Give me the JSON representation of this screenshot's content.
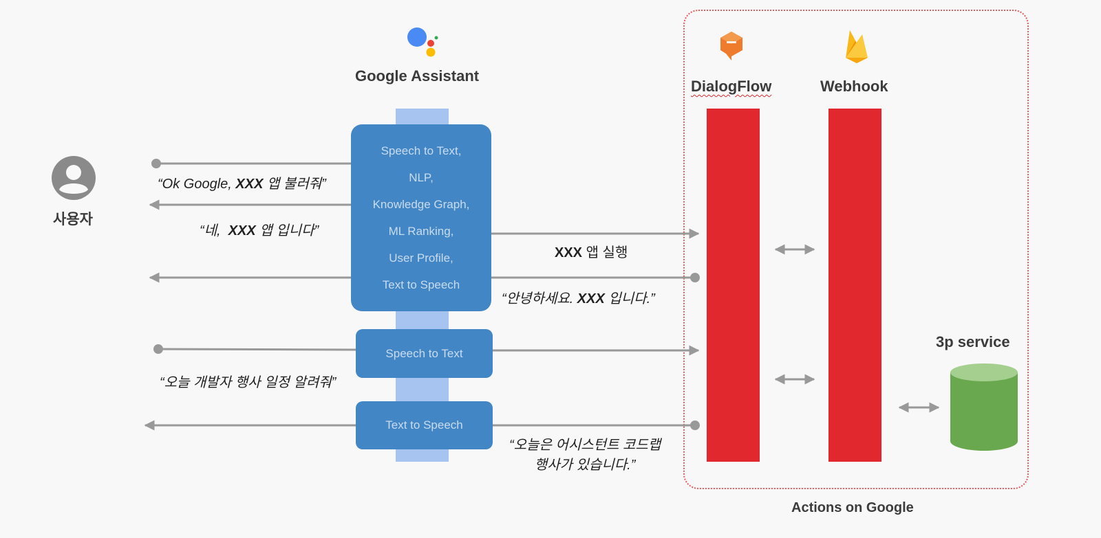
{
  "assistant": {
    "title": "Google Assistant",
    "logo_icon": "google-assistant-dots-icon"
  },
  "user": {
    "label": "사용자",
    "icon": "person-avatar-icon"
  },
  "group": {
    "label": "Actions on Google"
  },
  "dialogflow": {
    "title": "DialogFlow",
    "icon": "dialogflow-icon"
  },
  "webhook": {
    "title": "Webhook",
    "icon": "firebase-flame-icon"
  },
  "service": {
    "title": "3p service",
    "icon": "database-cylinder-icon"
  },
  "assistant_box_lines": [
    "Speech to Text,",
    "NLP,",
    "Knowledge Graph,",
    "ML Ranking,",
    "User Profile,",
    "Text to Speech"
  ],
  "stt_box": "Speech to Text",
  "tts_box": "Text to Speech",
  "messages": {
    "ok_google": {
      "pre": "“Ok Google, ",
      "bold": "XXX",
      "post": " 앱 불러줘”"
    },
    "yes_app": {
      "pre": "“네,  ",
      "bold": "XXX",
      "post": " 앱 입니다”"
    },
    "run_app": {
      "bold": "XXX",
      "post": " 앱 실행"
    },
    "hello": {
      "pre": "“안녕하세요. ",
      "bold": "XXX",
      "post": " 입니다.”"
    },
    "today_event": "“오늘 개발자 행사 일정 알려줘”",
    "codelab_line1": "“오늘은 어시스턴트 코드랩",
    "codelab_line2": "행사가 있습니다.”"
  },
  "colors": {
    "assistant_blue": "#4286c6",
    "light_blue": "#a6c4ef",
    "red": "#e0282e",
    "green": "#6aa84f",
    "arrow_gray": "#999999"
  }
}
